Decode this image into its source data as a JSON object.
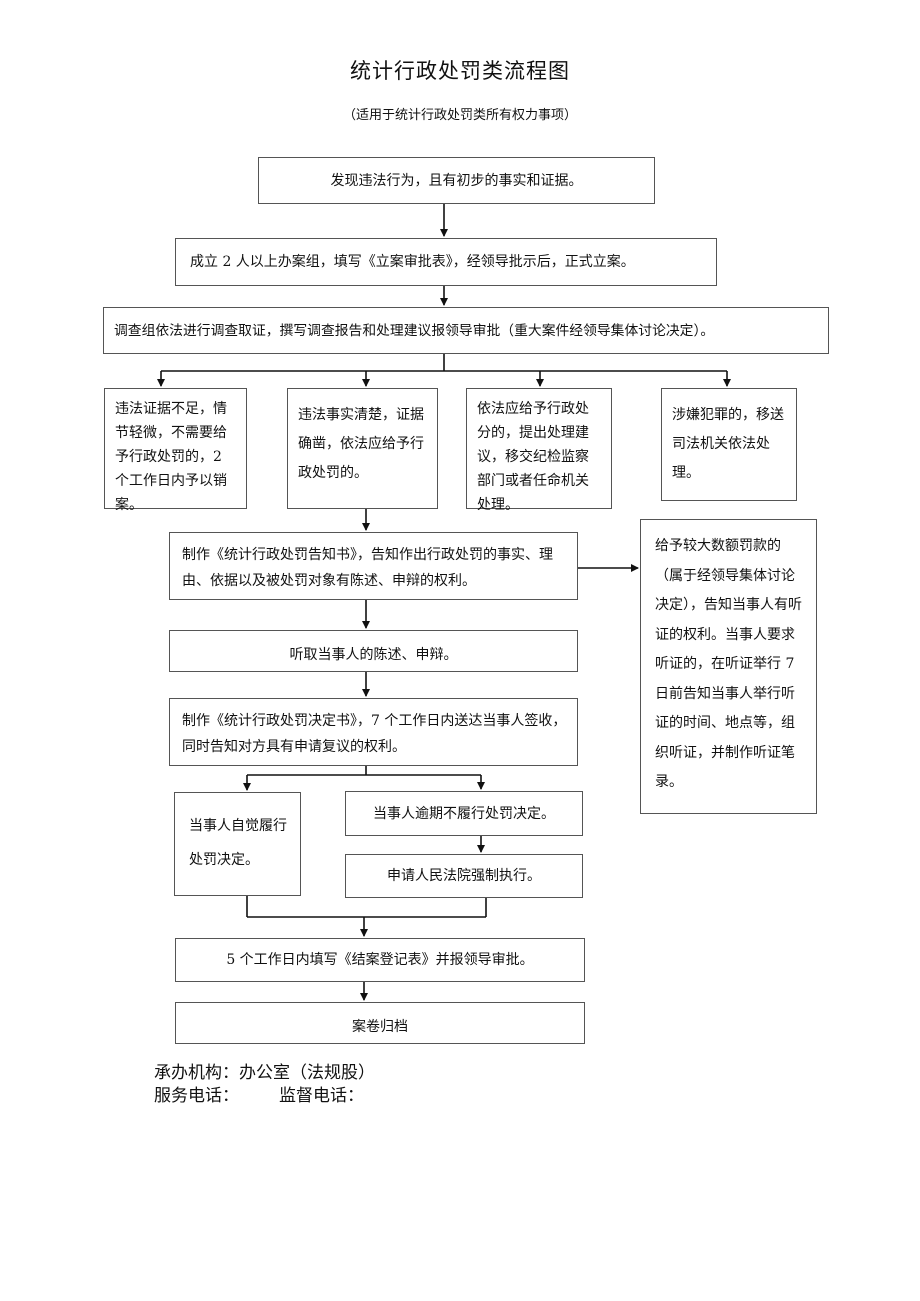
{
  "title": "统计行政处罚类流程图",
  "subtitle": "（适用于统计行政处罚类所有权力事项）",
  "steps": {
    "discover": "发现违法行为，且有初步的事实和证据。",
    "file_case": "成立 2 人以上办案组，填写《立案审批表》，经领导批示后，正式立案。",
    "investigate": "调查组依法进行调查取证，撰写调查报告和处理建议报领导审批（重大案件经领导集体讨论决定）。",
    "branch_insufficient": "违法证据不足，情节轻微，不需要给予行政处罚的，2 个工作日内予以销案。",
    "branch_clear": "违法事实清楚，证据确凿，依法应给予行政处罚的。",
    "branch_discipline": "依法应给予行政处分的，提出处理建议，移交纪检监察部门或者任命机关处理。",
    "branch_crime": "涉嫌犯罪的，移送司法机关依法处理。",
    "notice": "制作《统计行政处罚告知书》，告知作出行政处罚的事实、理由、依据以及被处罚对象有陈述、申辩的权利。",
    "hearing_side": "给予较大数额罚款的（属于经领导集体讨论决定），告知当事人有听证的权利。当事人要求听证的，在听证举行 7 日前告知当事人举行听证的时间、地点等，组织听证，并制作听证笔录。",
    "listen": "听取当事人的陈述、申辩。",
    "decision": "制作《统计行政处罚决定书》，7 个工作日内送达当事人签收，同时告知对方具有申请复议的权利。",
    "comply": "当事人自觉履行处罚决定。",
    "overdue": "当事人逾期不履行处罚决定。",
    "enforce": "申请人民法院强制执行。",
    "close": "5 个工作日内填写《结案登记表》并报领导审批。",
    "archive": "案卷归档"
  },
  "footer": {
    "agency_label": "承办机构：",
    "agency_value": "办公室（法规股）",
    "service_phone_label": "服务电话：",
    "supervise_phone_label": "监督电话："
  }
}
